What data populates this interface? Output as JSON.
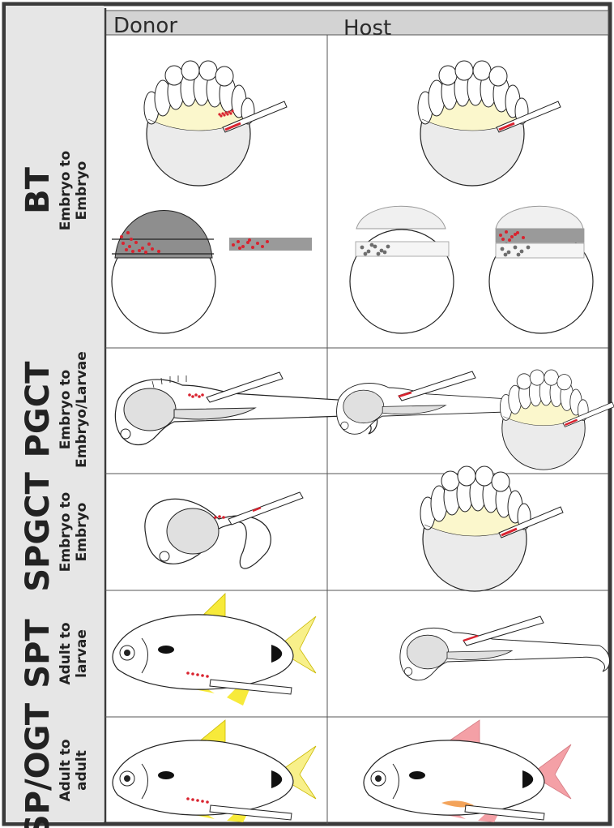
{
  "columns": {
    "donor": "Donor",
    "host": "Host"
  },
  "rows": [
    {
      "abbrev": "BT",
      "desc_line1": "Embryo to",
      "desc_line2": "Embryo"
    },
    {
      "abbrev": "PGCT",
      "desc_line1": "Embryo to",
      "desc_line2": "Embryo/Larvae"
    },
    {
      "abbrev": "SPGCT",
      "desc_line1": "Embryo to",
      "desc_line2": "Embryo"
    },
    {
      "abbrev": "SPT",
      "desc_line1": "Adult to",
      "desc_line2": "larvae"
    },
    {
      "abbrev": "SP/OGT",
      "desc_line1": "Adult to",
      "desc_line2": "adult"
    }
  ],
  "colors": {
    "frame": "#3a3a3a",
    "header_bg": "#d3d3d3",
    "label_bg": "#e6e6e6",
    "yolk": "#ebebeb",
    "blastoderm": "#fbf7cc",
    "cells_red": "#d9232f",
    "cells_grey": "#6e6e6e",
    "fin_yellow": "#f7ea3a",
    "fin_yellow_light": "#f8f08a",
    "fin_pink": "#f4a0a6",
    "gonad_orange": "#f3a35a"
  }
}
